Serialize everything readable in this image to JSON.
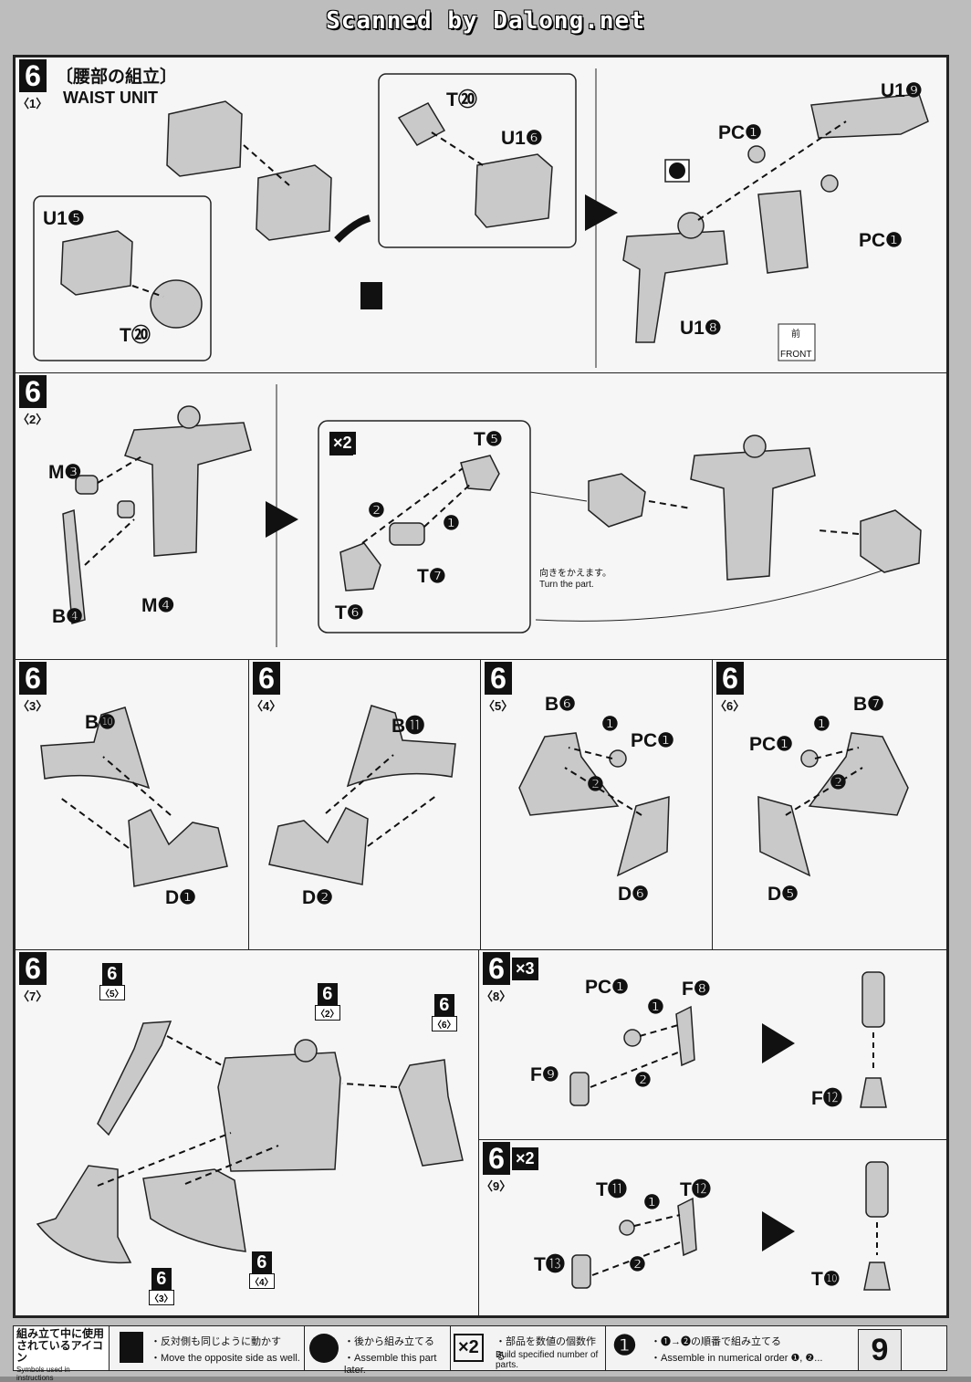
{
  "banner": "Scanned by Dalong.net",
  "step1": {
    "num": "6",
    "sub": "〈1〉",
    "title_jp": "〔腰部の組立〕",
    "title_en": "WAIST UNIT",
    "labels": {
      "u15": "U1❺",
      "t20a": "T⑳",
      "t20b": "T⑳",
      "u16": "U1❻",
      "pc1": "PC❶",
      "pc2": "PC❶",
      "u19": "U1❾",
      "u18": "U1❽",
      "front_jp": "前",
      "front_en": "FRONT"
    }
  },
  "step2": {
    "num": "6",
    "sub": "〈2〉",
    "mult": "×2",
    "labels": {
      "m3": "M❸",
      "m4": "M❹",
      "b4": "B❹",
      "t5": "T❺",
      "t7": "T❼",
      "t6": "T❻",
      "n1": "❶",
      "n2": "❷",
      "turn_jp": "向きをかえます。",
      "turn_en": "Turn the part."
    }
  },
  "step3": {
    "num": "6",
    "sub": "〈3〉",
    "labels": {
      "b10": "B❿",
      "d1": "D❶"
    }
  },
  "step4": {
    "num": "6",
    "sub": "〈4〉",
    "labels": {
      "b11": "B⓫",
      "d2": "D❷"
    }
  },
  "step5": {
    "num": "6",
    "sub": "〈5〉",
    "labels": {
      "b6": "B❻",
      "pc": "PC❶",
      "d6": "D❻",
      "n1": "❶",
      "n2": "❷"
    }
  },
  "step6": {
    "num": "6",
    "sub": "〈6〉",
    "labels": {
      "b7": "B❼",
      "pc": "PC❶",
      "d5": "D❺",
      "n1": "❶",
      "n2": "❷"
    }
  },
  "step7": {
    "num": "6",
    "sub": "〈7〉",
    "refs": [
      {
        "n": "6",
        "s": "〈5〉"
      },
      {
        "n": "6",
        "s": "〈2〉"
      },
      {
        "n": "6",
        "s": "〈6〉"
      },
      {
        "n": "6",
        "s": "〈3〉"
      },
      {
        "n": "6",
        "s": "〈4〉"
      }
    ]
  },
  "step8": {
    "num": "6",
    "sub": "〈8〉",
    "mult": "×3",
    "labels": {
      "pc": "PC❶",
      "f8": "F❽",
      "f9": "F❾",
      "f12": "F⓬",
      "n1": "❶",
      "n2": "❷"
    }
  },
  "step9": {
    "num": "6",
    "sub": "〈9〉",
    "mult": "×2",
    "labels": {
      "t11": "T⓫",
      "t12": "T⓬",
      "t13": "T⓭",
      "t10": "T❿",
      "n1": "❶",
      "n2": "❷"
    }
  },
  "footer": {
    "title_jp": "組み立て中に使用されているアイコン",
    "title_en": "Symbols used in instructions",
    "icon1_jp": "・反対側も同じように動かす",
    "icon1_en": "・Move the opposite side as well.",
    "icon2_jp": "・後から組み立てる",
    "icon2_en": "・Assemble this part later.",
    "icon3_sym": "×2",
    "icon3_jp": "・部品を数値の個数作る",
    "icon3_en": "Build specified number of parts.",
    "icon4_sym": "❶",
    "icon4_jp": "・❶→❷の順番で組み立てる",
    "icon4_en": "・Assemble in numerical order ❶, ❷..."
  },
  "page_number": "9"
}
